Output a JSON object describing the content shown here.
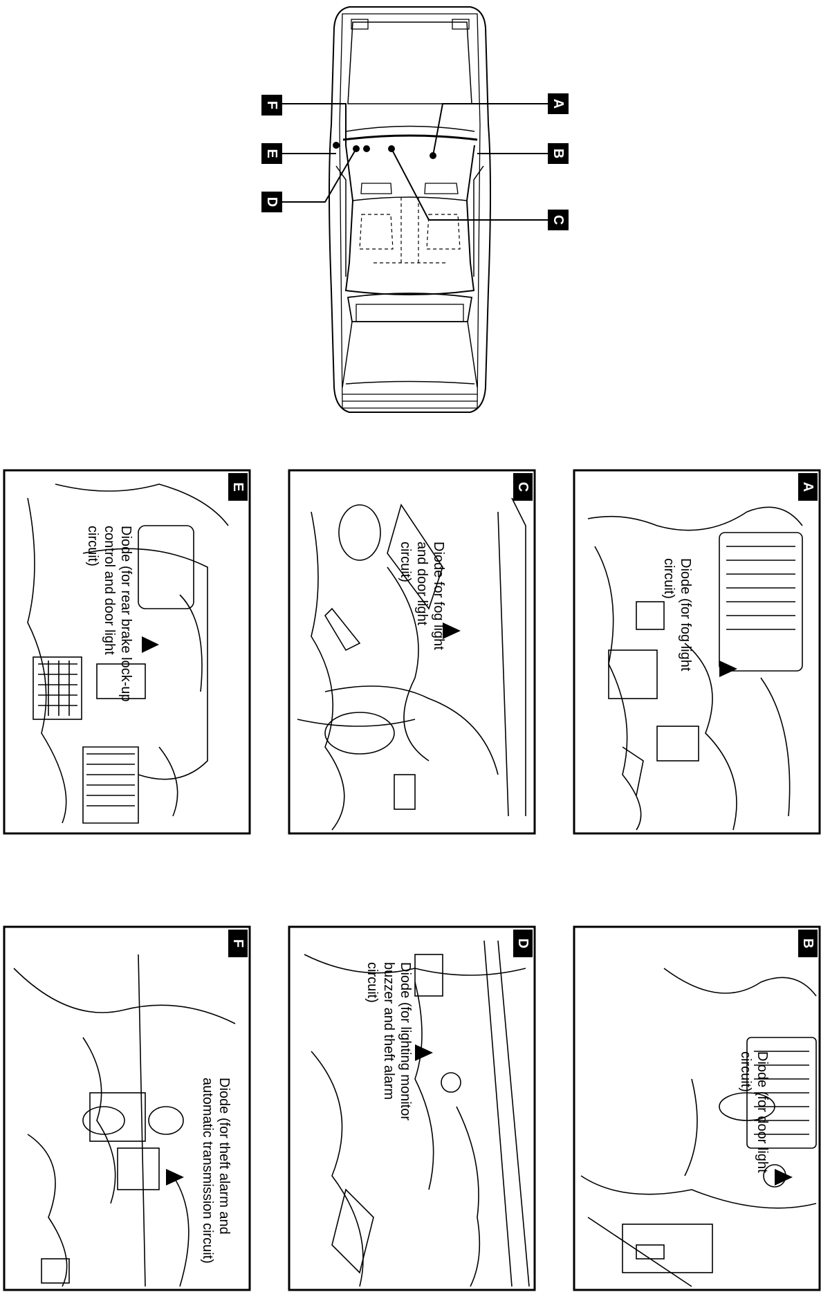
{
  "overview": {
    "callouts": [
      {
        "letter": "F",
        "side": "left"
      },
      {
        "letter": "E",
        "side": "left"
      },
      {
        "letter": "D",
        "side": "left"
      },
      {
        "letter": "A",
        "side": "right"
      },
      {
        "letter": "B",
        "side": "right"
      },
      {
        "letter": "C",
        "side": "right"
      }
    ]
  },
  "panels": [
    {
      "letter": "E",
      "caption": [
        "Diode (for rear brake lock-up",
        "control and door light",
        "circuit)"
      ]
    },
    {
      "letter": "C",
      "caption": [
        "Diode for fog light",
        "and door light",
        "circuit)"
      ]
    },
    {
      "letter": "A",
      "caption": [
        "Diode (for fog light",
        "circuit)"
      ]
    },
    {
      "letter": "F",
      "caption": [
        "Diode (for theft alarm and",
        "automatic transmission circuit)"
      ]
    },
    {
      "letter": "D",
      "caption": [
        "Diode (for lighting monitor",
        "buzzer and theft alarm",
        "circuit)"
      ]
    },
    {
      "letter": "B",
      "caption": [
        "Diode (for door light",
        "circuit)"
      ]
    }
  ],
  "colors": {
    "ink": "#000000",
    "paper": "#ffffff"
  }
}
